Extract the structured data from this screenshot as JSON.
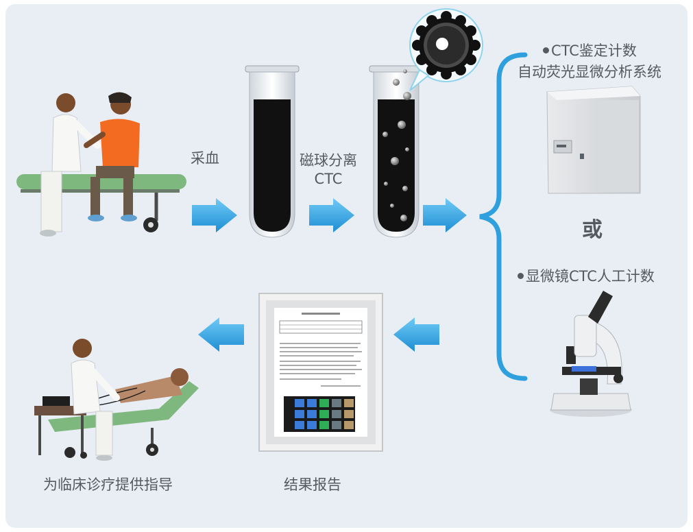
{
  "steps": {
    "collect": "采血",
    "separate_line1": "磁球分离",
    "separate_line2": "CTC",
    "auto_line1": "CTC鉴定计数",
    "auto_line2": "自动荧光显微分析系统",
    "or": "或",
    "manual": "显微镜CTC人工计数",
    "report": "结果报告",
    "guide": "为临床诊疗提供指导"
  },
  "colors": {
    "arrow": "#2ea0dd",
    "bracket": "#2ea0dd",
    "background": "#e9edf4",
    "text": "#545a62"
  },
  "icons": [
    "blood-draw-illustration",
    "empty-test-tube-icon",
    "magnetic-bead-tube-icon",
    "bead-magnifier-icon",
    "fluorescence-analyzer-icon",
    "microscope-icon",
    "report-document-icon",
    "ecg-patient-illustration"
  ]
}
